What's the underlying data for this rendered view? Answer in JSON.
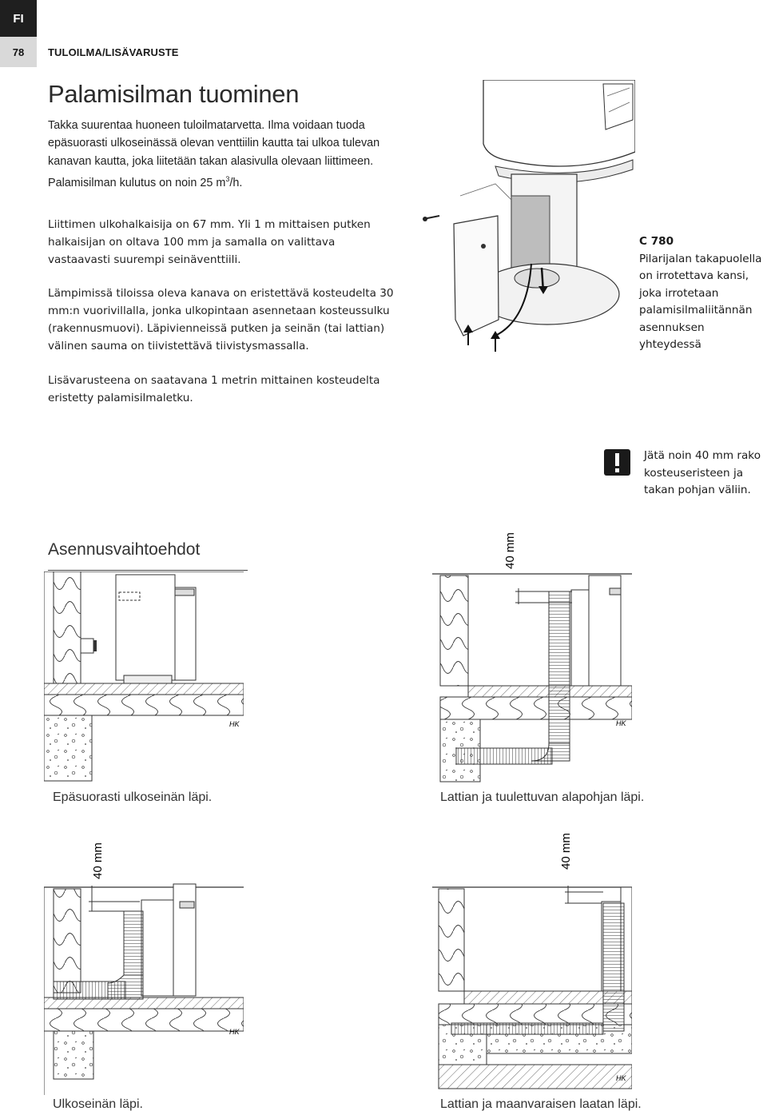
{
  "header": {
    "language": "FI",
    "page_number": "78",
    "section": "TULOILMA/LISÄVARUSTE"
  },
  "title": "Palamisilman tuominen",
  "paragraphs": {
    "p1_a": "Takka suurentaa huoneen tuloilmatarvetta. Ilma voidaan tuoda epäsuorasti ulkoseinässä olevan venttiilin kautta tai ulkoa tulevan kanavan kautta, joka liitetään takan alasivulla olevaan liittimeen. Palamisilman kulutus on noin 25 m",
    "p1_sup": "3",
    "p1_b": "/h.",
    "p2": "Liittimen ulkohalkaisija on 67 mm. Yli 1 m mittaisen putken halkaisijan on oltava 100 mm ja samalla on valittava vastaavasti suurempi seinäventtiili.",
    "p3": "Lämpimissä tiloissa oleva kanava on eristettävä kosteudelta 30 mm:n vuorivillalla, jonka ulkopintaan asennetaan kosteussulku (rakennusmuovi). Läpivienneissä putken ja seinän (tai lattian) välinen sauma on tiivistettävä tiivistysmassalla.",
    "p4": "Lisävarusteena on saatavana 1 metrin mittainen kosteudelta eristetty palamisilmaletku."
  },
  "figure_c780": {
    "label": "C 780",
    "text": "Pilarijalan takapuolella on irrotettava kansi, joka irrotetaan palamisilmaliitännän asennuksen yhteydessä"
  },
  "warning": {
    "icon": "exclamation-icon",
    "text": "Jätä noin 40 mm rako kosteuseristeen ja takan pohjan väliin."
  },
  "installation": {
    "title": "Asennusvaihtoehdot",
    "dim_label": "40 mm",
    "floor_label": "HK",
    "captions": [
      "Epäsuorasti ulkoseinän läpi.",
      "Lattian ja tuulettuvan alapohjan läpi.",
      "Ulkoseinän läpi.",
      "Lattian ja maanvaraisen laatan läpi."
    ]
  }
}
